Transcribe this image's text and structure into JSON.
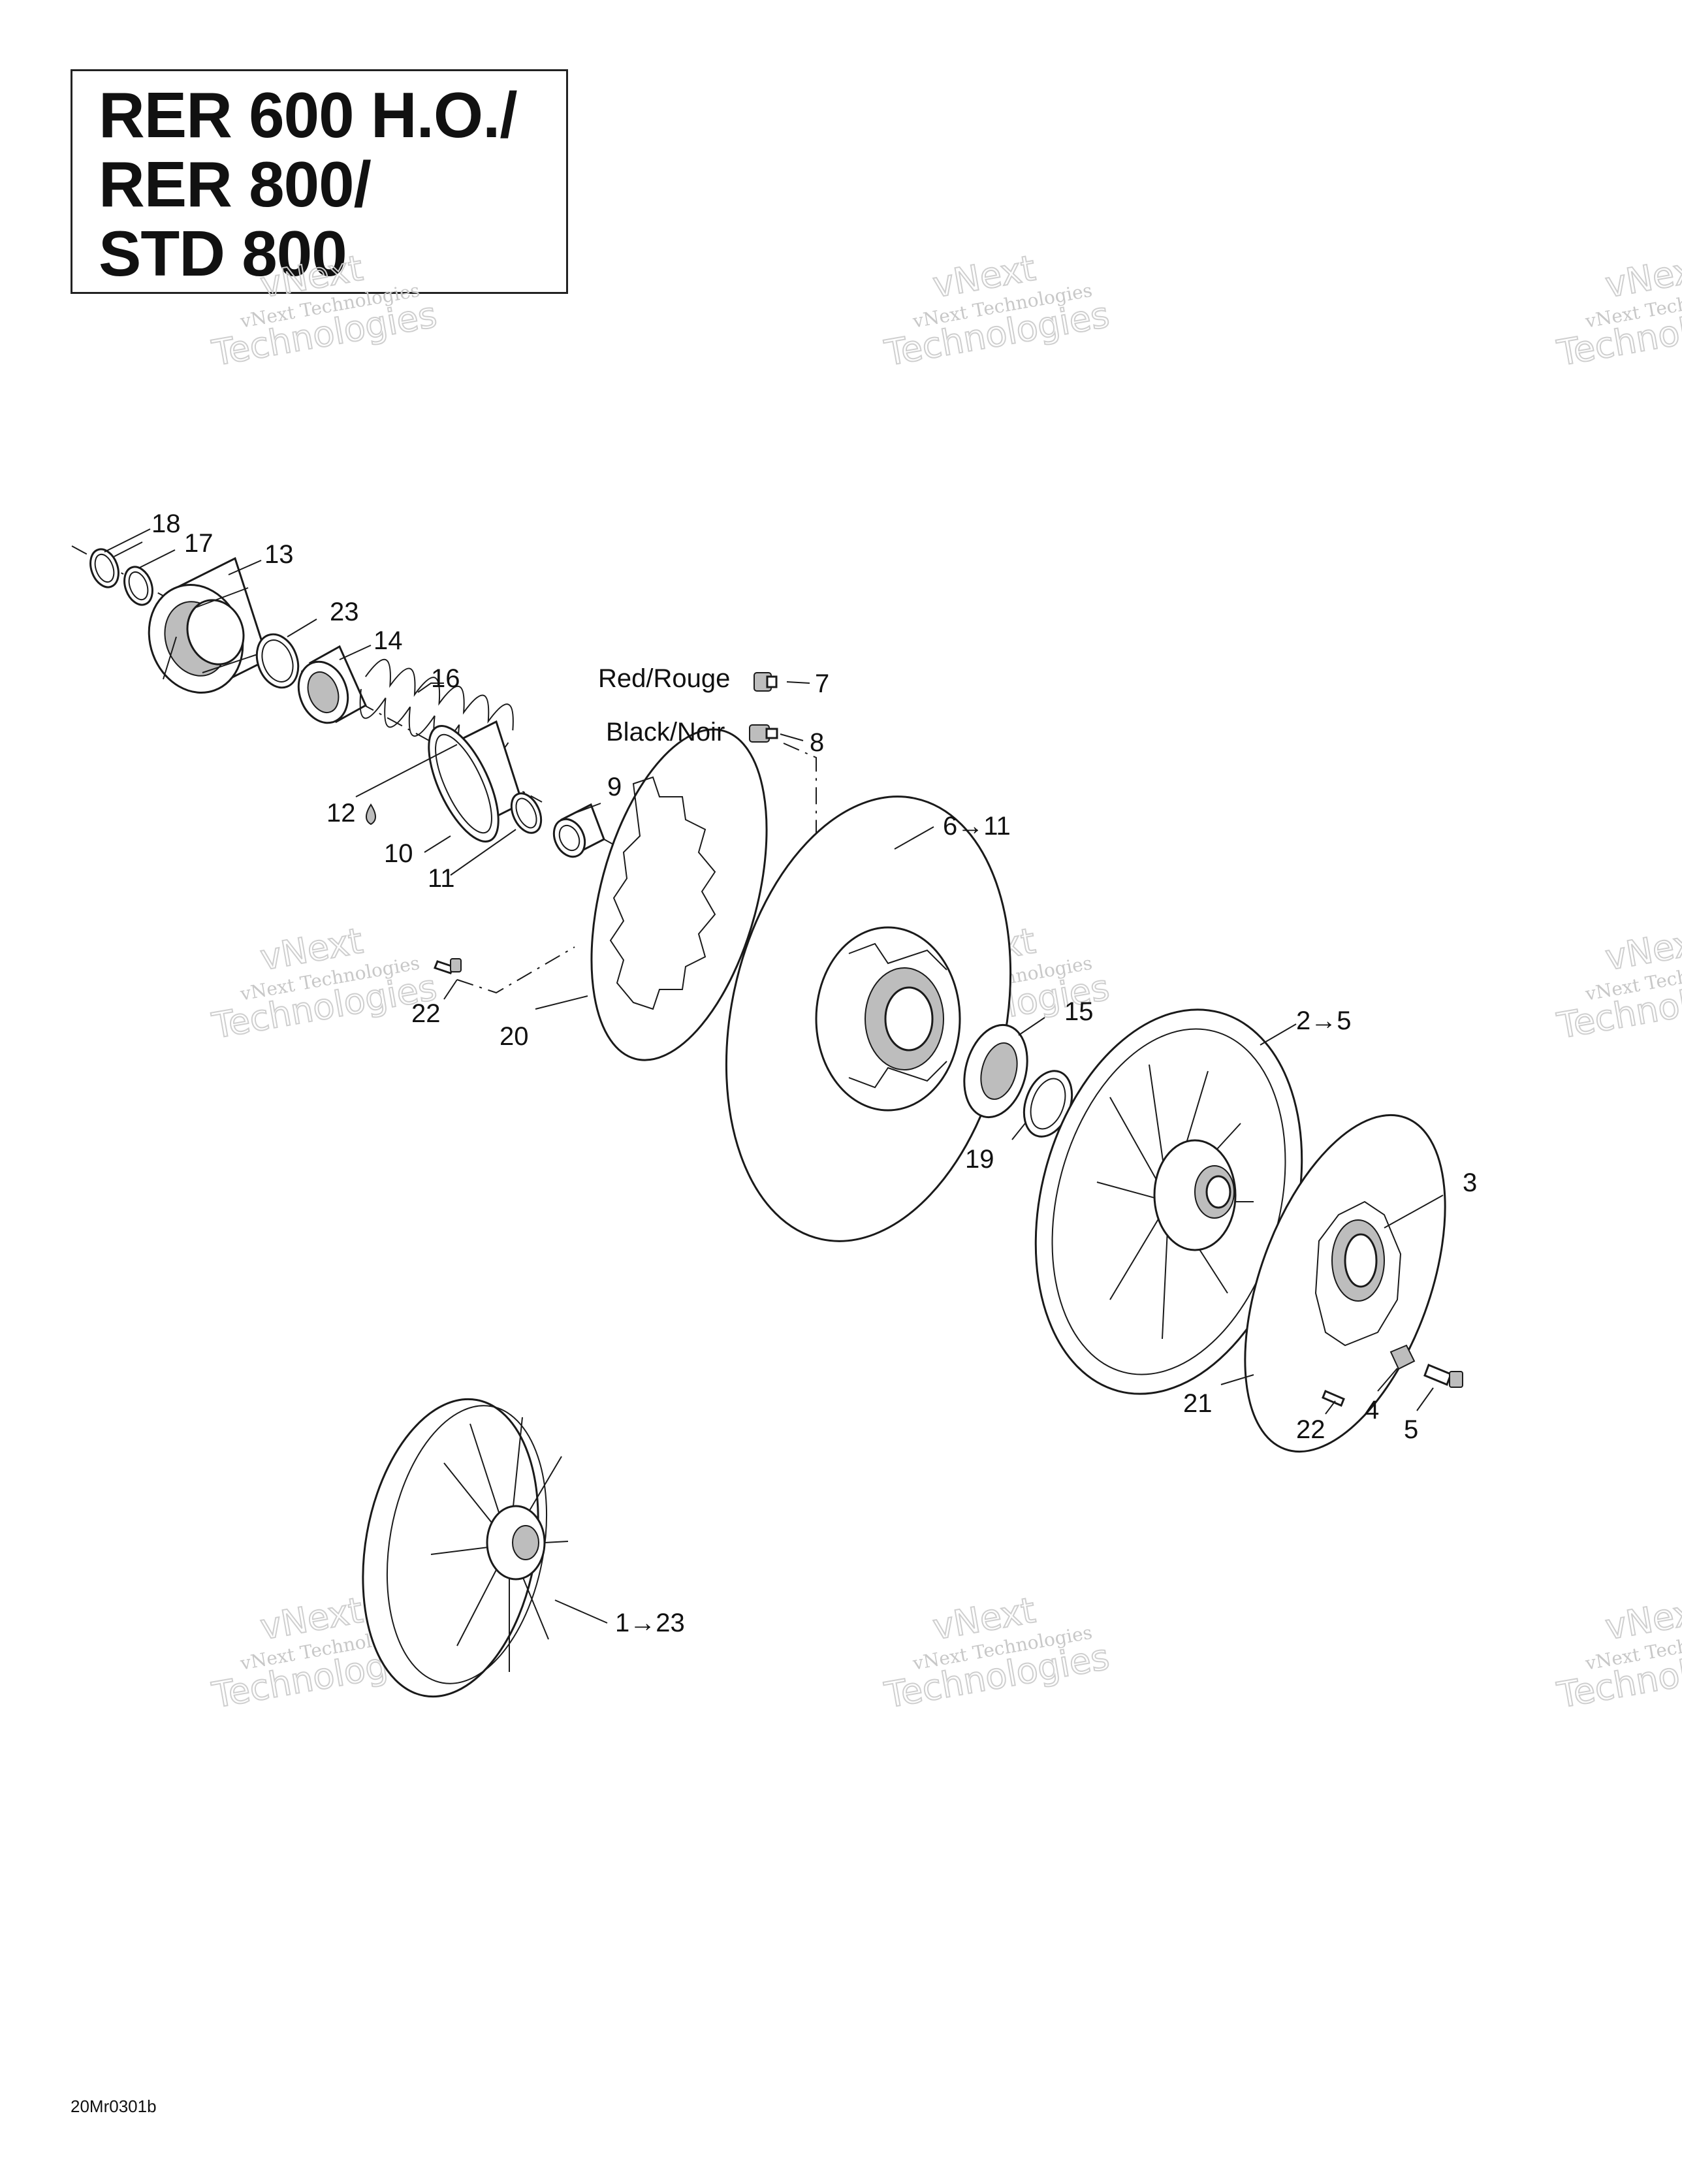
{
  "title": {
    "lines": [
      "RER 600 H.O./",
      "RER 800/",
      "STD 800"
    ]
  },
  "watermark": {
    "small": "vNext Technologies",
    "big_top": "vNext",
    "big_bottom": "Technologies"
  },
  "callouts": {
    "c18": "18",
    "c17": "17",
    "c13": "13",
    "c23": "23",
    "c14": "14",
    "c16": "16",
    "c12": "12",
    "c10": "10",
    "c11": "11",
    "c9": "9",
    "red_label": "Red/Rouge",
    "c7": "7",
    "black_label": "Black/Noir",
    "c8": "8",
    "c6_11": "6→11",
    "c22a": "22",
    "c20": "20",
    "c15": "15",
    "c2_5": "2→5",
    "c19": "19",
    "c3": "3",
    "c21": "21",
    "c22b": "22",
    "c4": "4",
    "c5": "5",
    "c1_23": "1→23"
  },
  "footer_code": "20Mr0301b"
}
